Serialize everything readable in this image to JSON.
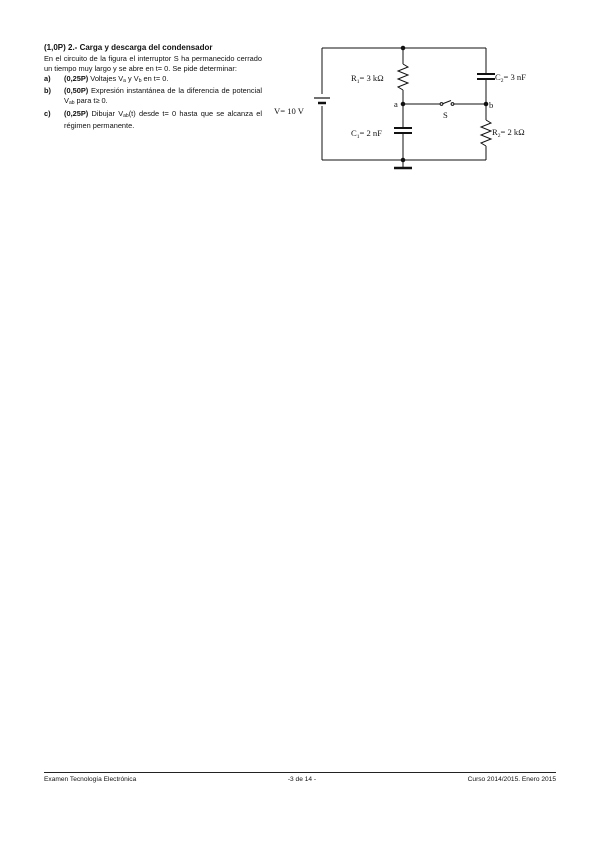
{
  "problem": {
    "title": "(1,0P) 2.- Carga y descarga del condensador",
    "intro": "En el circuito de la figura el interruptor S ha permanecido cerrado un tiempo muy largo y se abre en t= 0. Se pide determinar:",
    "items": [
      {
        "label": "a)",
        "pts": "(0,25P)",
        "t1": " Voltajes V",
        "s1": "a",
        "t2": " y V",
        "s2": "b",
        "t3": " en t= 0."
      },
      {
        "label": "b)",
        "pts": "(0,50P)",
        "t1": " Expresión instantánea de la diferencia de potencial V",
        "s1": "ab",
        "t2": " para t≥ 0."
      },
      {
        "label": "c)",
        "pts": "(0,25P)",
        "t1": " Dibujar V",
        "s1": "ab",
        "t2": "(t) desde t= 0 hasta que se alcanza el régimen permanente."
      }
    ]
  },
  "circuit": {
    "source": "V= 10 V",
    "r1_pre": "R",
    "r1_sub": "1",
    "r1_val": "= 3 kΩ",
    "c1_pre": "C",
    "c1_sub": "1",
    "c1_val": "= 2 nF",
    "c2_pre": "C",
    "c2_sub": "2",
    "c2_val": "= 3 nF",
    "r2_pre": "R",
    "r2_sub": "2",
    "r2_val": "= 2 kΩ",
    "node_a": "a",
    "node_b": "b",
    "switch": "S"
  },
  "footer": {
    "left": "Examen Tecnología Electrónica",
    "center": "-3 de 14 -",
    "right": "Curso 2014/2015. Enero 2015"
  }
}
